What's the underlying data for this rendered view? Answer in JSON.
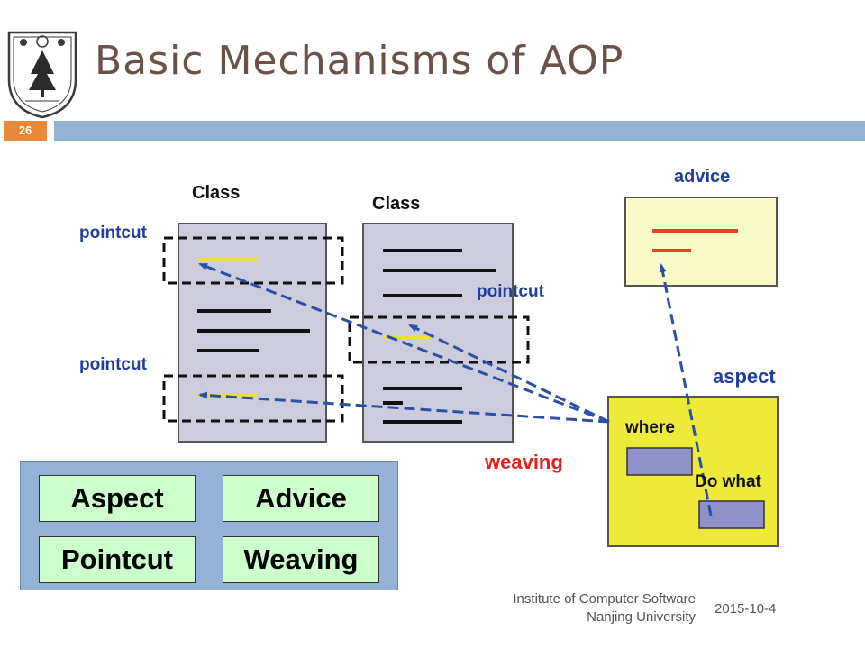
{
  "slide": {
    "title": "Basic Mechanisms of AOP",
    "number": "26"
  },
  "diagram": {
    "class_label_1": "Class",
    "class_label_2": "Class",
    "pointcut_label_1": "pointcut",
    "pointcut_label_2": "pointcut",
    "pointcut_label_3": "pointcut",
    "advice_label": "advice",
    "aspect_label": "aspect",
    "where_label": "where",
    "do_what_label": "Do what",
    "weaving_label": "weaving"
  },
  "concepts": {
    "aspect": "Aspect",
    "advice": "Advice",
    "pointcut": "Pointcut",
    "weaving": "Weaving"
  },
  "footer": {
    "institute_line1": "Institute of Computer Software",
    "institute_line2": "Nanjing University",
    "date": "2015-10-4"
  },
  "colors": {
    "title": "#6b5248",
    "header_bar": "#94b2d6",
    "slide_number_bg": "#e7883a",
    "class_box": "#ccccdd",
    "advice_box": "#fafac8",
    "aspect_box": "#eeea3a",
    "arrow_blue": "#2e4fa6",
    "concept_box": "#ccffcc"
  }
}
